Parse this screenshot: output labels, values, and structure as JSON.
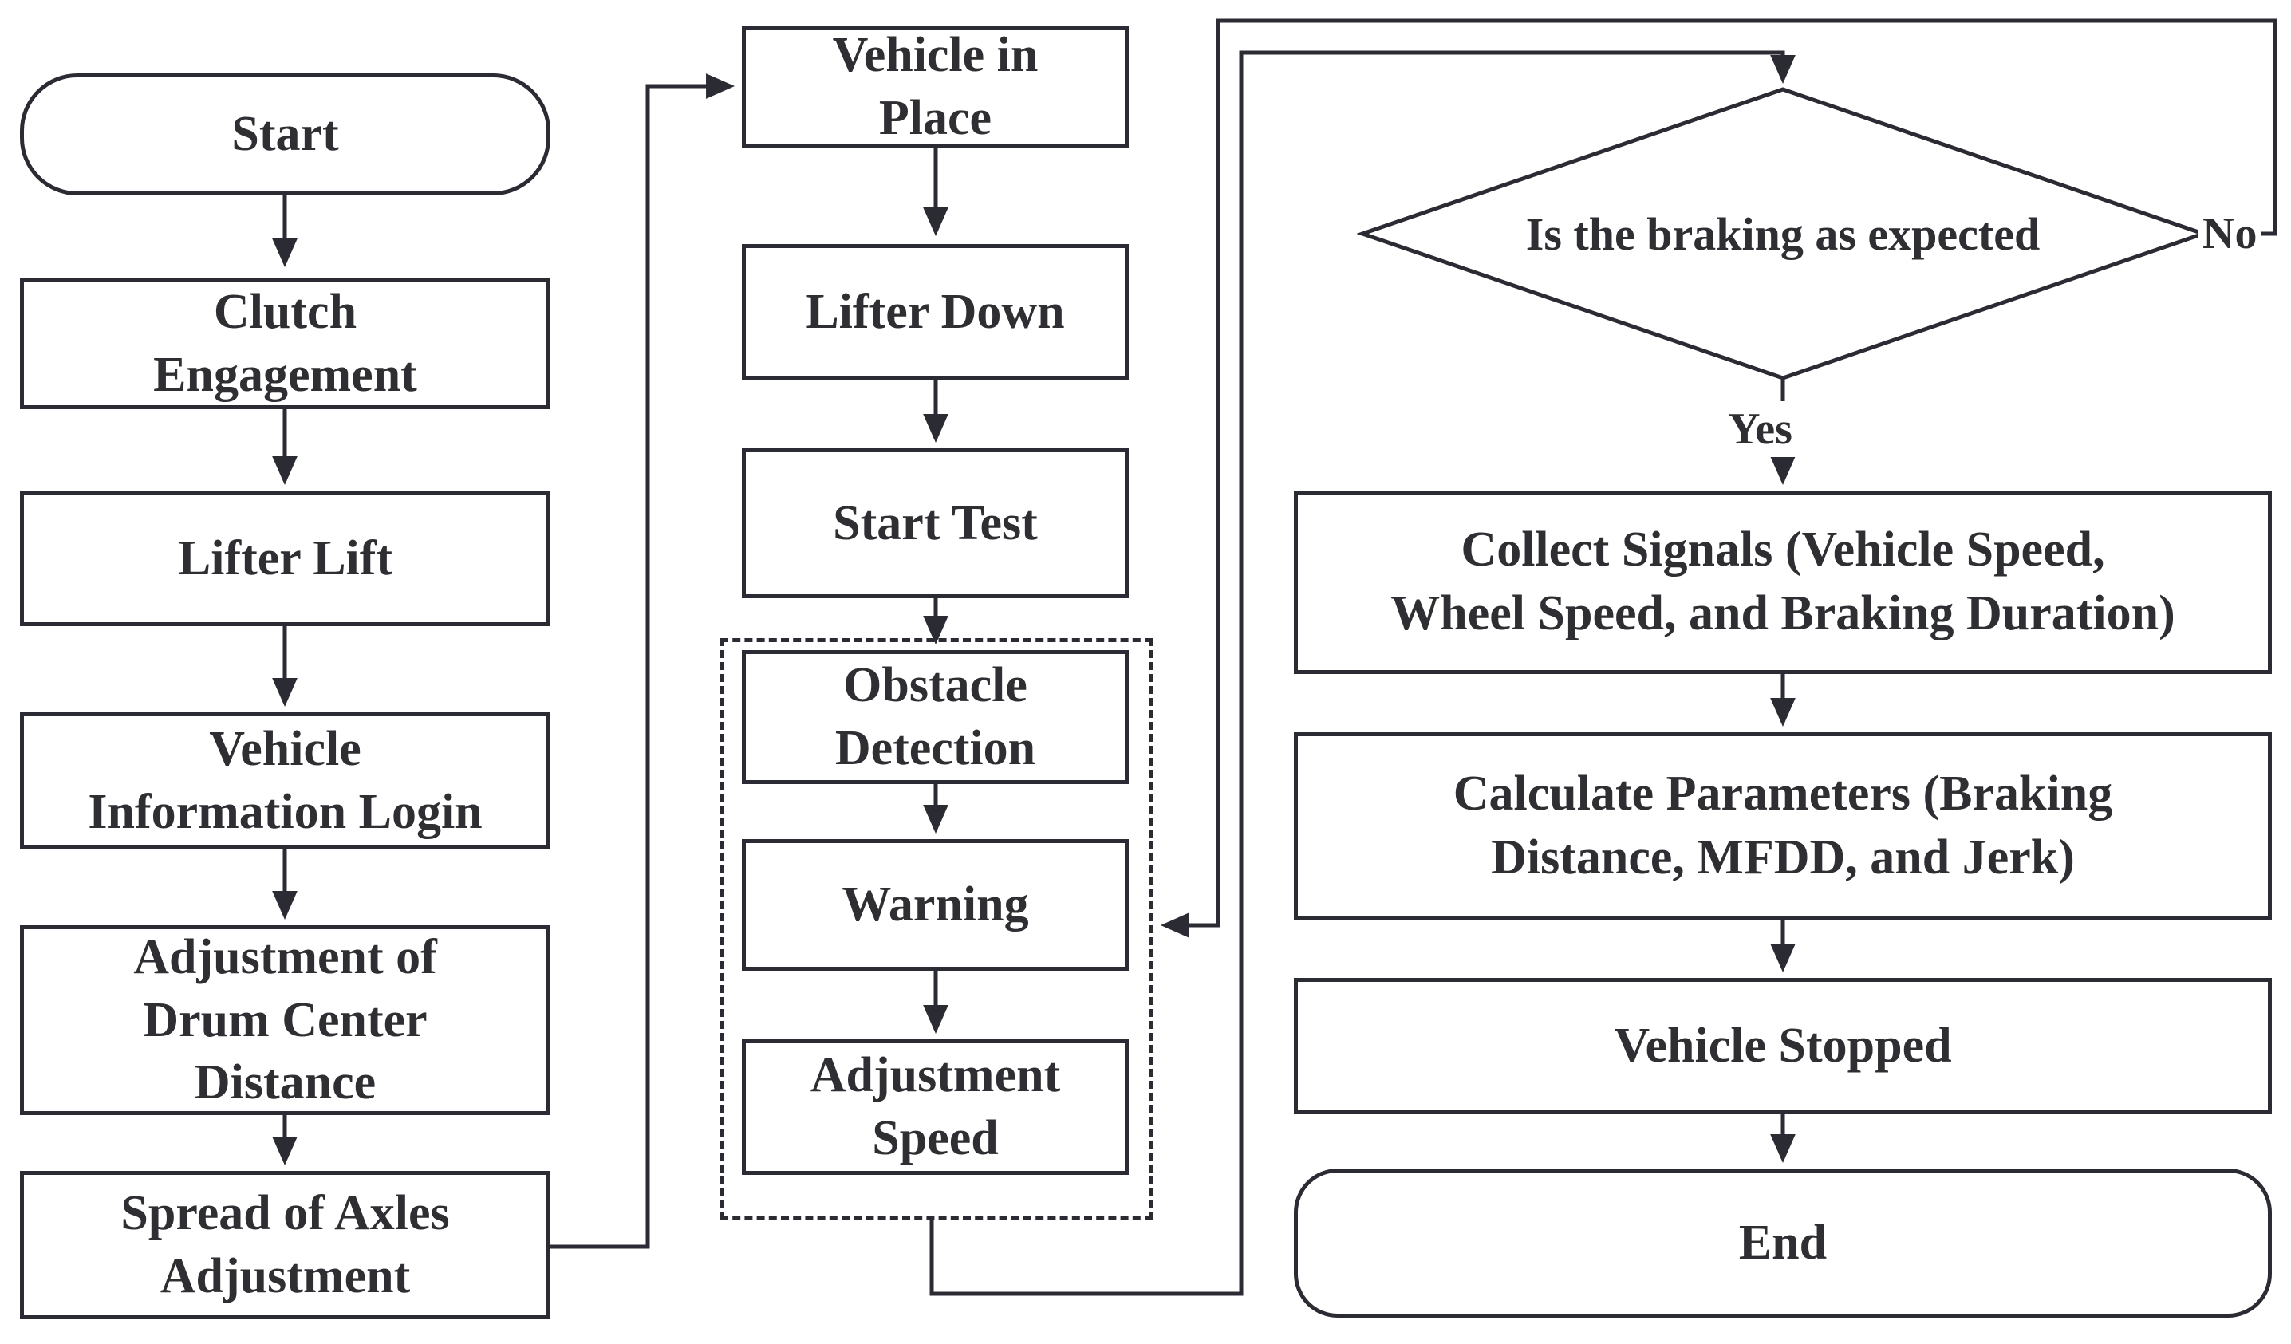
{
  "figure": {
    "type": "flowchart",
    "background_color": "#ffffff",
    "stroke_color": "#2b2b33",
    "text_color": "#2e2e33"
  },
  "nodes": {
    "start": {
      "label": "Start",
      "shape": "rounded"
    },
    "clutch_engagement": {
      "label": "Clutch\nEngagement",
      "shape": "rect"
    },
    "lifter_lift": {
      "label": "Lifter Lift",
      "shape": "rect"
    },
    "vehicle_information_login": {
      "label": "Vehicle\nInformation Login",
      "shape": "rect"
    },
    "adjustment_drum_center": {
      "label": "Adjustment of\nDrum Center\nDistance",
      "shape": "rect"
    },
    "spread_of_axles": {
      "label": "Spread of Axles\nAdjustment",
      "shape": "rect"
    },
    "vehicle_in_place": {
      "label": "Vehicle in\nPlace",
      "shape": "rect"
    },
    "lifter_down": {
      "label": "Lifter Down",
      "shape": "rect"
    },
    "start_test": {
      "label": "Start Test",
      "shape": "rect"
    },
    "obstacle_detection": {
      "label": "Obstacle\nDetection",
      "shape": "rect"
    },
    "warning": {
      "label": "Warning",
      "shape": "rect"
    },
    "adjustment_speed": {
      "label": "Adjustment\nSpeed",
      "shape": "rect"
    },
    "decision_braking": {
      "label": "Is the braking as expected",
      "shape": "diamond"
    },
    "collect_signals": {
      "label": "Collect Signals (Vehicle Speed,\nWheel Speed, and Braking Duration)",
      "shape": "rect"
    },
    "calculate_parameters": {
      "label": "Calculate Parameters (Braking\nDistance, MFDD, and Jerk)",
      "shape": "rect"
    },
    "vehicle_stopped": {
      "label": "Vehicle Stopped",
      "shape": "rect"
    },
    "end": {
      "label": "End",
      "shape": "rounded"
    }
  },
  "edge_labels": {
    "yes": "Yes",
    "no": "No"
  },
  "edges": [
    {
      "from": "start",
      "to": "clutch_engagement"
    },
    {
      "from": "clutch_engagement",
      "to": "lifter_lift"
    },
    {
      "from": "lifter_lift",
      "to": "vehicle_information_login"
    },
    {
      "from": "vehicle_information_login",
      "to": "adjustment_drum_center"
    },
    {
      "from": "adjustment_drum_center",
      "to": "spread_of_axles"
    },
    {
      "from": "spread_of_axles",
      "to": "vehicle_in_place"
    },
    {
      "from": "vehicle_in_place",
      "to": "lifter_down"
    },
    {
      "from": "lifter_down",
      "to": "start_test"
    },
    {
      "from": "start_test",
      "to": "obstacle_detection"
    },
    {
      "from": "obstacle_detection",
      "to": "warning"
    },
    {
      "from": "warning",
      "to": "adjustment_speed"
    },
    {
      "from": "adjustment_speed_group",
      "to": "decision_braking"
    },
    {
      "from": "decision_braking",
      "to": "collect_signals",
      "label": "Yes"
    },
    {
      "from": "decision_braking",
      "to": "warning_group",
      "label": "No"
    },
    {
      "from": "collect_signals",
      "to": "calculate_parameters"
    },
    {
      "from": "calculate_parameters",
      "to": "vehicle_stopped"
    },
    {
      "from": "vehicle_stopped",
      "to": "end"
    }
  ]
}
